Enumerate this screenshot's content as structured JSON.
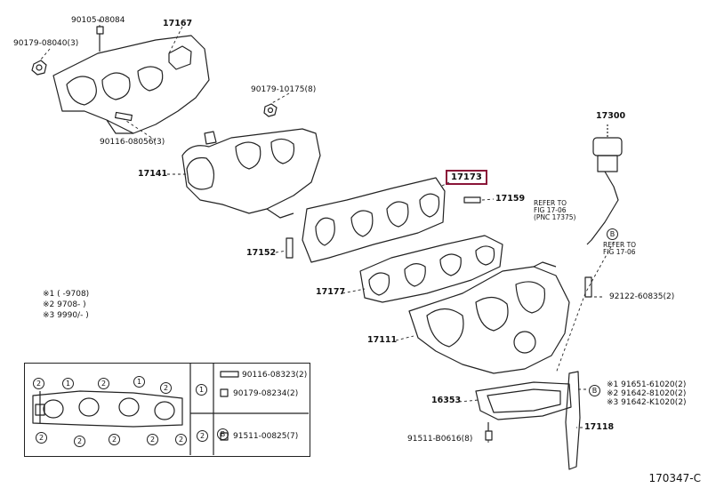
{
  "footer_code": "170347-C",
  "highlighted_part": "17173",
  "labels": {
    "p90105": "90105-08084",
    "p17167": "17167",
    "p90179a": "90179-08040(3)",
    "p90179b": "90179-10175(8)",
    "p90116a": "90116-08056(3)",
    "p17141": "17141",
    "p17159": "17159",
    "p17300": "17300",
    "ref1a": "REFER TO",
    "ref1b": "FIG 17-06",
    "ref1c": "(PNC 17375)",
    "ref2a": "REFER TO",
    "ref2b": "FIG 17-06",
    "p17152": "17152",
    "p17177": "17177",
    "p92122": "92122-60835(2)",
    "p17111": "17111",
    "p16353": "16353",
    "p91511a": "91511-B0616(8)",
    "p17118": "17118",
    "r1": "※1 91651-61020(2)",
    "r2": "※2 91642-81020(2)",
    "r3": "※3 91642-K1020(2)",
    "inset_r1": "90116-08323(2)",
    "inset_r2": "90179-08234(2)",
    "inset_r3": "91511-00825(7)"
  },
  "legend": [
    {
      "mark": "※1",
      "text": "(   -9708)"
    },
    {
      "mark": "※2",
      "text": "9708-   )"
    },
    {
      "mark": "※3",
      "text": "9990/-   )"
    }
  ],
  "callouts": {
    "one": "1",
    "two": "2",
    "b": "B"
  }
}
